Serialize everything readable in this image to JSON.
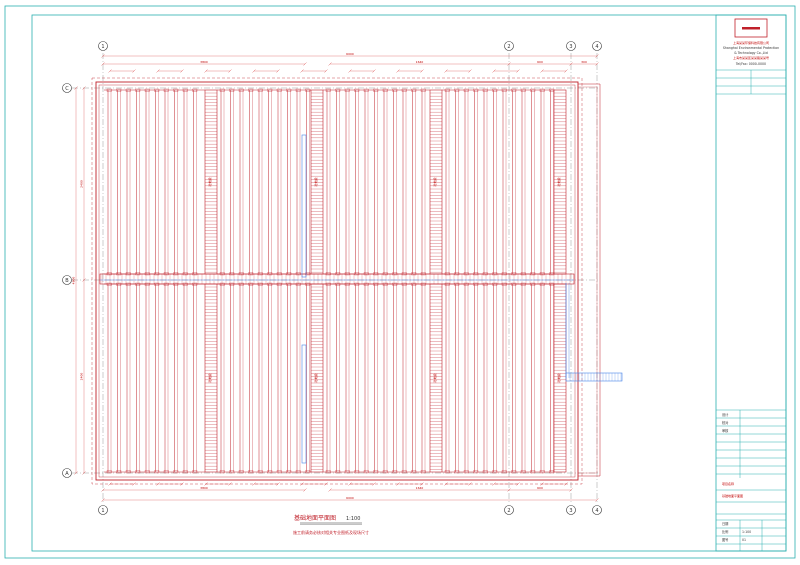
{
  "drawing": {
    "title": "基础地面平面图",
    "scale": "1:100",
    "subtitle": "施工前请务必核对相关专业图纸及现场尺寸"
  },
  "grid": {
    "x_labels": [
      "1",
      "2",
      "3",
      "4"
    ],
    "y_labels": [
      "A",
      "B",
      "C"
    ]
  },
  "dimensions": {
    "total_width": "6000",
    "total_height": "4800",
    "bay_left": "3800",
    "bay_right": "1640",
    "small_a": "600",
    "small_b": "300",
    "half_height": "2400"
  },
  "title_block": {
    "company_cn": "上海某某环保科技有限公司",
    "company_en": "Shanghai Environmental Protection",
    "company_en2": "& Technology Co.,Ltd",
    "address": "上海市某某区某某路某某号",
    "phone": "Tel/Fax: 0000-0000",
    "project": "项目名称",
    "drawing_name": "基础地面平面图",
    "designer": "设计",
    "checker": "校对",
    "approver": "审核",
    "date": "日期",
    "scale_label": "比例",
    "scale_value": "1:100",
    "sheet_no": "图号",
    "sheet_value": "01"
  },
  "colors": {
    "border": "#2ab0b0",
    "plan": "#c0202a",
    "dim": "#e06666",
    "pipe": "#4a86e8",
    "black": "#333333"
  }
}
